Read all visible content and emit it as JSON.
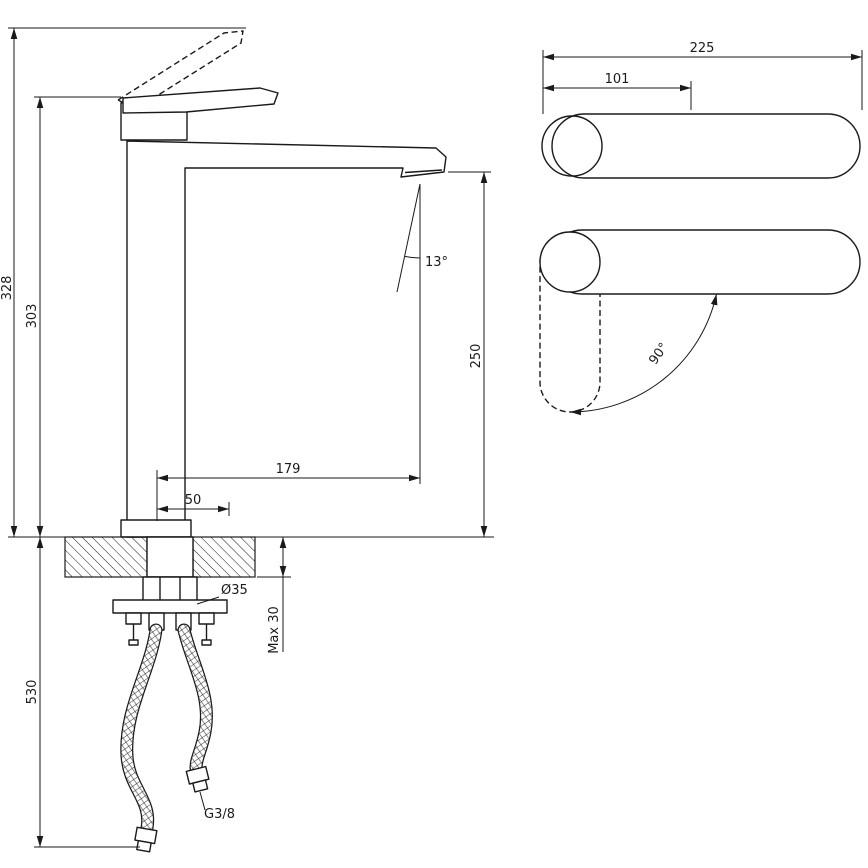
{
  "drawing": {
    "background": "#ffffff",
    "line_color": "#1a1a1a"
  },
  "side_view": {
    "dims": {
      "overall_height": "328",
      "height_to_deck": "303",
      "length_below_deck": "530",
      "spout_angle": "13°",
      "outlet_height": "250",
      "spout_reach": "179",
      "base_width": "50",
      "hole_diameter": "Ø35",
      "max_deck_thickness": "Max 30",
      "hose_thread": "G3/8"
    }
  },
  "top_view": {
    "dims": {
      "handle_length": "225",
      "handle_front_length": "101",
      "swivel_angle": "90°"
    }
  }
}
